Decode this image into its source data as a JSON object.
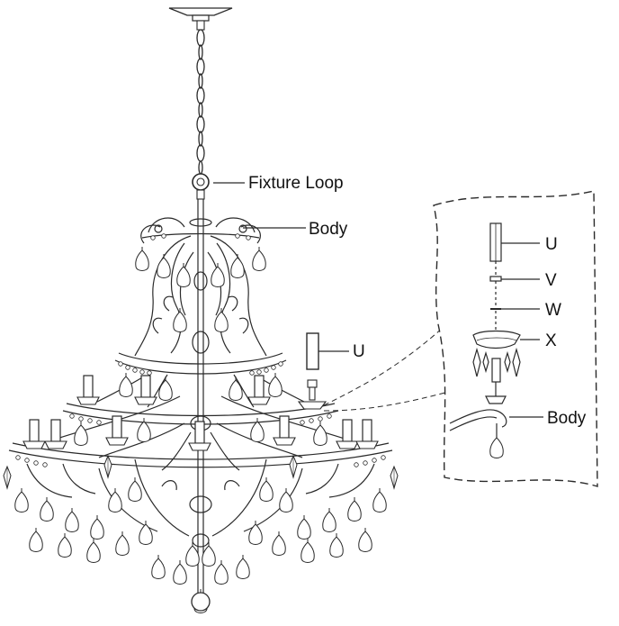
{
  "labels": {
    "fixture_loop": "Fixture Loop",
    "body_main": "Body",
    "u_main": "U",
    "detail_u": "U",
    "detail_v": "V",
    "detail_w": "W",
    "detail_x": "X",
    "detail_body": "Body"
  },
  "colors": {
    "line": "#2a2a2a",
    "background": "#ffffff"
  }
}
